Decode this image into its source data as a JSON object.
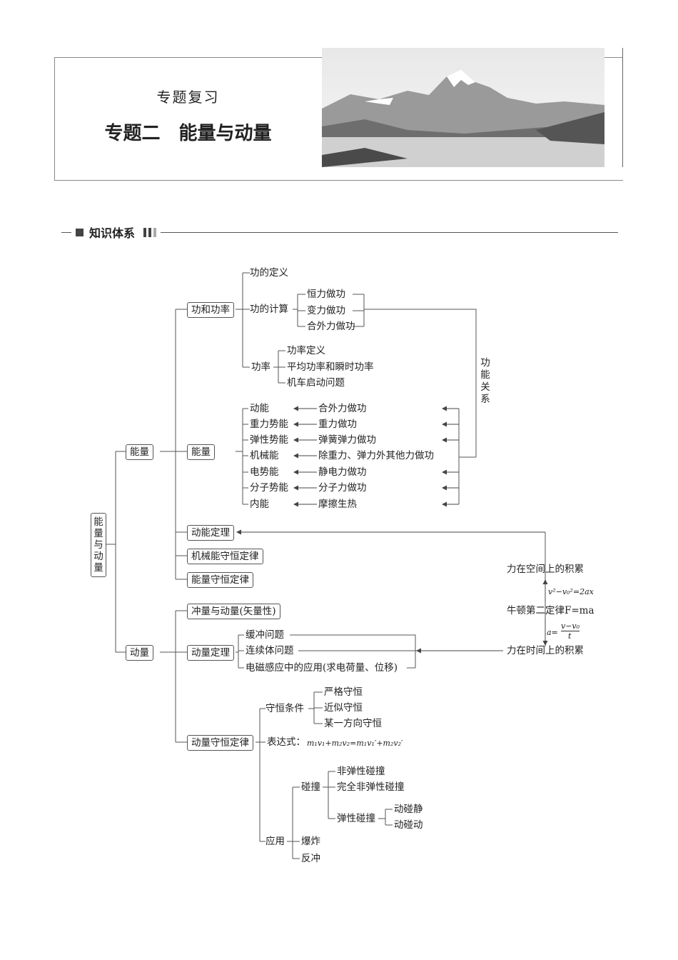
{
  "header": {
    "subtitle": "专题复习",
    "title": "专题二　能量与动量"
  },
  "section": {
    "label": "知识体系"
  },
  "root": "能量与动量",
  "energy": {
    "label": "能量",
    "work_power": {
      "label": "功和功率",
      "definition": "功的定义",
      "calc": {
        "label": "功的计算",
        "items": [
          "恒力做功",
          "变力做功",
          "合外力做功"
        ]
      },
      "power": {
        "label": "功率",
        "items": [
          "功率定义",
          "平均功率和瞬时功率",
          "机车启动问题"
        ]
      }
    },
    "energy_node": {
      "label": "能量",
      "forms": [
        "动能",
        "重力势能",
        "弹性势能",
        "机械能",
        "电势能",
        "分子势能",
        "内能"
      ],
      "works": [
        "合外力做功",
        "重力做功",
        "弹簧弹力做功",
        "除重力、弹力外其他力做功",
        "静电力做功",
        "分子力做功",
        "摩擦生热"
      ]
    },
    "relation_label": "功能关系",
    "theorems": [
      "动能定理",
      "机械能守恒定律",
      "能量守恒定律"
    ]
  },
  "momentum": {
    "label": "动量",
    "impulse": "冲量与动量(矢量性)",
    "theorem": {
      "label": "动量定理",
      "items": [
        "缓冲问题",
        "连续体问题",
        "电磁感应中的应用(求电荷量、位移)"
      ]
    },
    "conservation": {
      "label": "动量守恒定律",
      "conditions": {
        "label": "守恒条件",
        "items": [
          "严格守恒",
          "近似守恒",
          "某一方向守恒"
        ]
      },
      "expression_label": "表达式：",
      "expression": "m₁v₁+m₂v₂=m₁v₁′+m₂v₂′",
      "application": {
        "label": "应用",
        "collision": {
          "label": "碰撞",
          "items": [
            "非弹性碰撞",
            "完全非弹性碰撞"
          ],
          "elastic": {
            "label": "弹性碰撞",
            "items": [
              "动碰静",
              "动碰动"
            ]
          }
        },
        "others": [
          "爆炸",
          "反冲"
        ]
      }
    }
  },
  "newton": {
    "space": "力在空间上的积累",
    "eq_space": "v²−v₀²=2ax",
    "law": "牛顿第二定律F=ma",
    "eq_time_lhs": "a=",
    "eq_time_num": "v−v₀",
    "eq_time_den": "t",
    "time": "力在时间上的积累"
  }
}
